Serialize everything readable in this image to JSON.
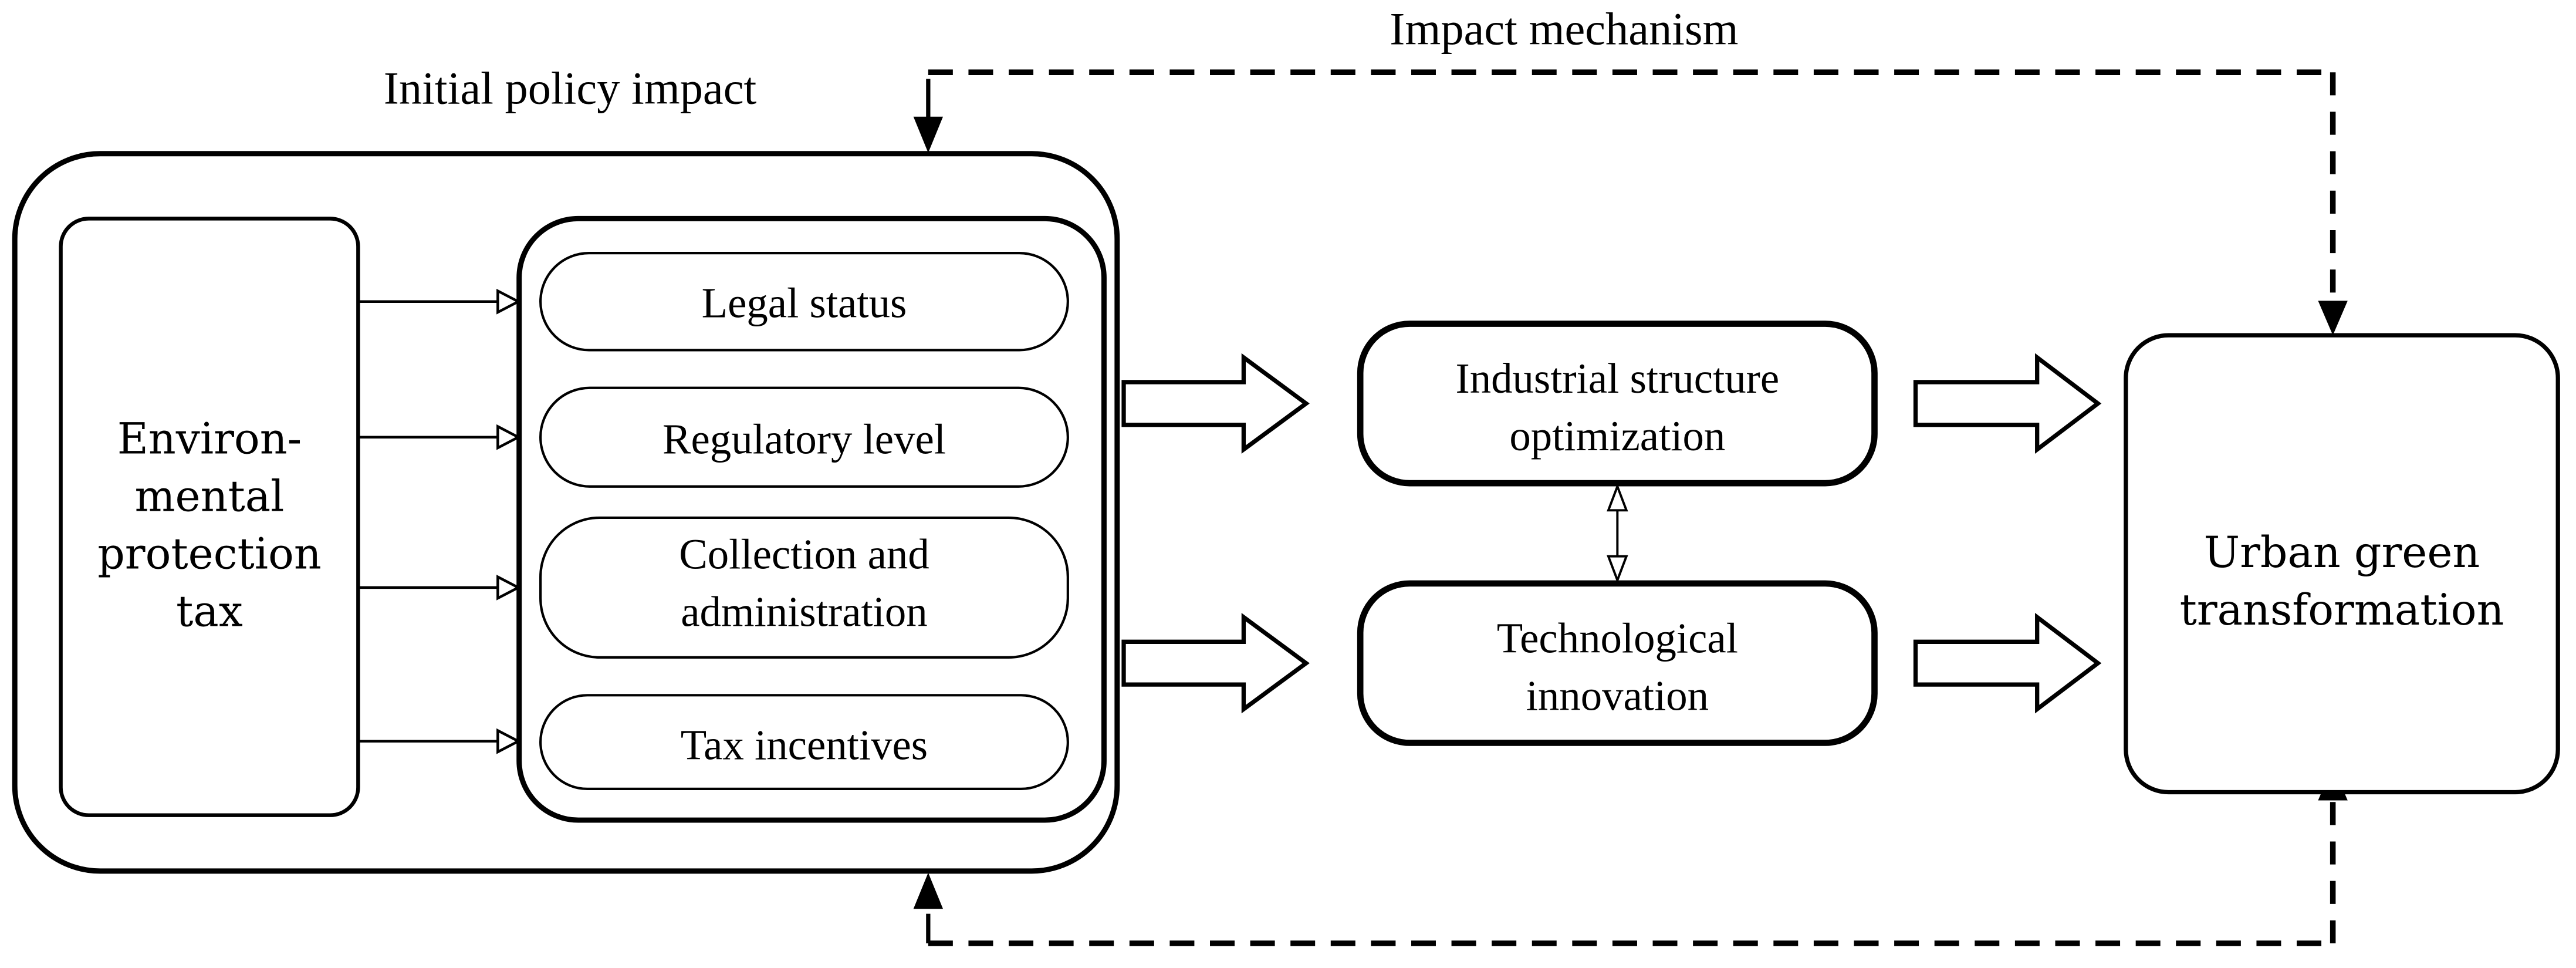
{
  "figure": {
    "labels": {
      "impact_mechanism": "Impact mechanism",
      "initial_policy_impact": "Initial policy impact"
    },
    "env_tax": {
      "line1": "Environ-",
      "line2": "mental",
      "line3": "protection",
      "line4": "tax"
    },
    "pills": {
      "legal": "Legal status",
      "regulatory": "Regulatory level",
      "collection_line1": "Collection and",
      "collection_line2": "administration",
      "incentives": "Tax incentives"
    },
    "mediators": {
      "industrial_line1": "Industrial structure",
      "industrial_line2": "optimization",
      "tech_line1": "Technological",
      "tech_line2": "innovation"
    },
    "outcome": {
      "line1": "Urban green",
      "line2": "transformation"
    },
    "colors": {
      "ink": "#000000",
      "background": "#ffffff"
    }
  }
}
